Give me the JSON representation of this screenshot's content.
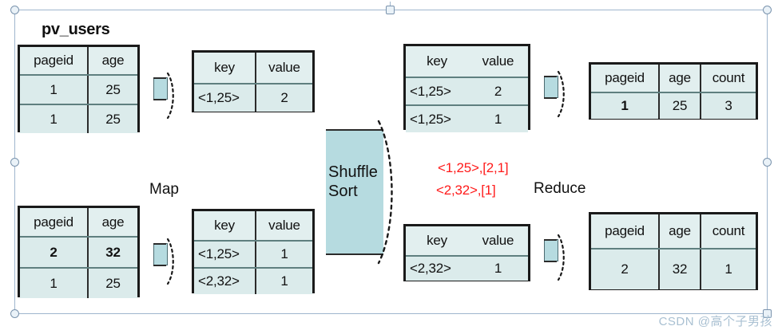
{
  "diagram": {
    "title_label": "pv_users",
    "stage_labels": {
      "map": "Map",
      "shuffle_sort": "Shuffle\nSort",
      "reduce": "Reduce"
    },
    "shuffle_annotations": [
      "<1,25>,[2,1]",
      "<2,32>,[1]"
    ],
    "tables": {
      "input_top": {
        "name": "pv_users-input-top",
        "headers": [
          "pageid",
          "age"
        ],
        "rows": [
          [
            "1",
            "25"
          ],
          [
            "1",
            "25"
          ]
        ]
      },
      "input_bottom": {
        "name": "pv_users-input-bottom",
        "headers": [
          "pageid",
          "age"
        ],
        "rows": [
          [
            "2",
            "32"
          ],
          [
            "1",
            "25"
          ]
        ]
      },
      "map_out_top": {
        "name": "map-output-top",
        "headers": [
          "key",
          "value"
        ],
        "rows": [
          [
            "<1,25>",
            "2"
          ]
        ]
      },
      "map_out_bottom": {
        "name": "map-output-bottom",
        "headers": [
          "key",
          "value"
        ],
        "rows": [
          [
            "<1,25>",
            "1"
          ],
          [
            "<2,32>",
            "1"
          ]
        ]
      },
      "shuffle_out_top": {
        "name": "shuffle-output-top",
        "headers": [
          "key",
          "value"
        ],
        "rows": [
          [
            "<1,25>",
            "2"
          ],
          [
            "<1,25>",
            "1"
          ]
        ]
      },
      "shuffle_out_bottom": {
        "name": "shuffle-output-bottom",
        "headers": [
          "key",
          "value"
        ],
        "rows": [
          [
            "<2,32>",
            "1"
          ]
        ]
      },
      "reduce_out_top": {
        "name": "reduce-output-top",
        "headers": [
          "pageid",
          "age",
          "count"
        ],
        "rows": [
          [
            "1",
            "25",
            "3"
          ]
        ]
      },
      "reduce_out_bottom": {
        "name": "reduce-output-bottom",
        "headers": [
          "pageid",
          "age",
          "count"
        ],
        "rows": [
          [
            "2",
            "32",
            "1"
          ]
        ]
      }
    },
    "colors": {
      "cell_fill": "#dbebeb",
      "shape_fill": "#b6dbe0",
      "border": "#1a1a1a",
      "annotation": "#ff1a1a",
      "selection": "#9fb6cd",
      "watermark": "#a9c0d2"
    }
  },
  "watermark": {
    "text": "CSDN @高个子男孩"
  }
}
